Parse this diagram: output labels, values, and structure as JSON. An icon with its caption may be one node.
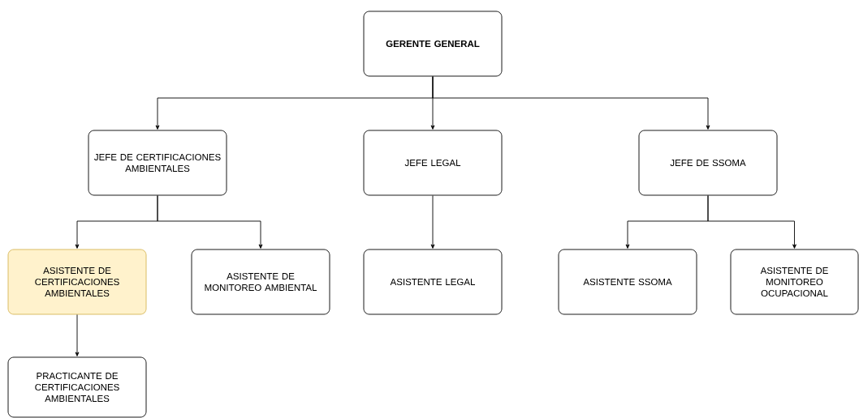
{
  "diagram": {
    "nodes": [
      {
        "text": [
          "GERENTE GENERAL"
        ]
      },
      {
        "text": [
          "JEFE DE CERTIFICACIONES AMBIENTALES"
        ]
      },
      {
        "text": [
          "JEFE LEGAL"
        ]
      },
      {
        "text": [
          "JEFE DE SSOMA"
        ]
      },
      {
        "text": [
          "ASISTENTE DE CERTIFICACIONES AMBIENTALES"
        ]
      },
      {
        "text": [
          "ASISTENTE DE MONITOREO AMBIENTAL"
        ]
      },
      {
        "text": [
          "ASISTENTE LEGAL"
        ]
      },
      {
        "text": [
          "ASISTENTE SSOMA"
        ]
      },
      {
        "text": [
          "ASISTENTE DE MONITOREO OCUPACIONAL"
        ]
      },
      {
        "text": [
          "PRACTICANTE DE CERTIFICACIONES AMBIENTALES"
        ]
      }
    ],
    "edges": [
      {
        "from": 0,
        "to": 1,
        "arrow": "to"
      },
      {
        "from": 0,
        "to": 2,
        "arrow": "to"
      },
      {
        "from": 0,
        "to": 3,
        "arrow": "to"
      },
      {
        "from": 1,
        "to": 4,
        "arrow": "to"
      },
      {
        "from": 1,
        "to": 5,
        "arrow": "to"
      },
      {
        "from": 2,
        "to": 6,
        "arrow": "to"
      },
      {
        "from": 3,
        "to": 7,
        "arrow": "to"
      },
      {
        "from": 3,
        "to": 8,
        "arrow": "to"
      },
      {
        "from": 4,
        "to": 9,
        "arrow": "to"
      }
    ]
  }
}
